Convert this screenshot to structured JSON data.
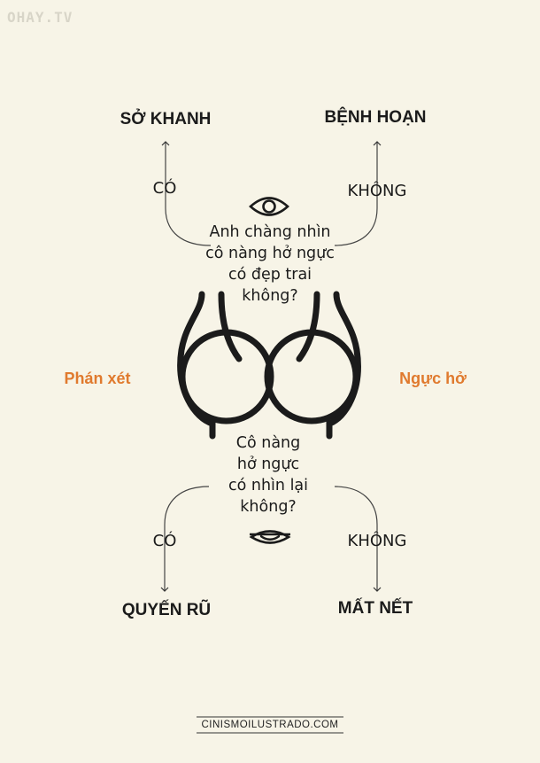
{
  "watermark": "OHAY.TV",
  "colors": {
    "background": "#f7f4e7",
    "accent": "#e07a2e",
    "ink": "#1b1b1b"
  },
  "top": {
    "question": [
      "Anh chàng nhìn",
      "cô nàng hở ngực",
      "có đẹp trai",
      "không?"
    ],
    "yes_label": "CÓ",
    "no_label": "KHÔNG",
    "yes_outcome": "SỞ KHANH",
    "no_outcome": "BỆNH HOẠN",
    "icon": "open-eye-icon"
  },
  "bottom": {
    "question": [
      "Cô nàng",
      "hở ngực",
      "có nhìn lại",
      "không?"
    ],
    "yes_label": "CÓ",
    "no_label": "KHÔNG",
    "yes_outcome": "QUYẾN RŨ",
    "no_outcome": "MẤT NẾT",
    "icon": "half-closed-eye-icon"
  },
  "sides": {
    "left": "Phán xét",
    "right": "Ngực hở"
  },
  "footer": "CINISMOILUSTRADO.COM"
}
